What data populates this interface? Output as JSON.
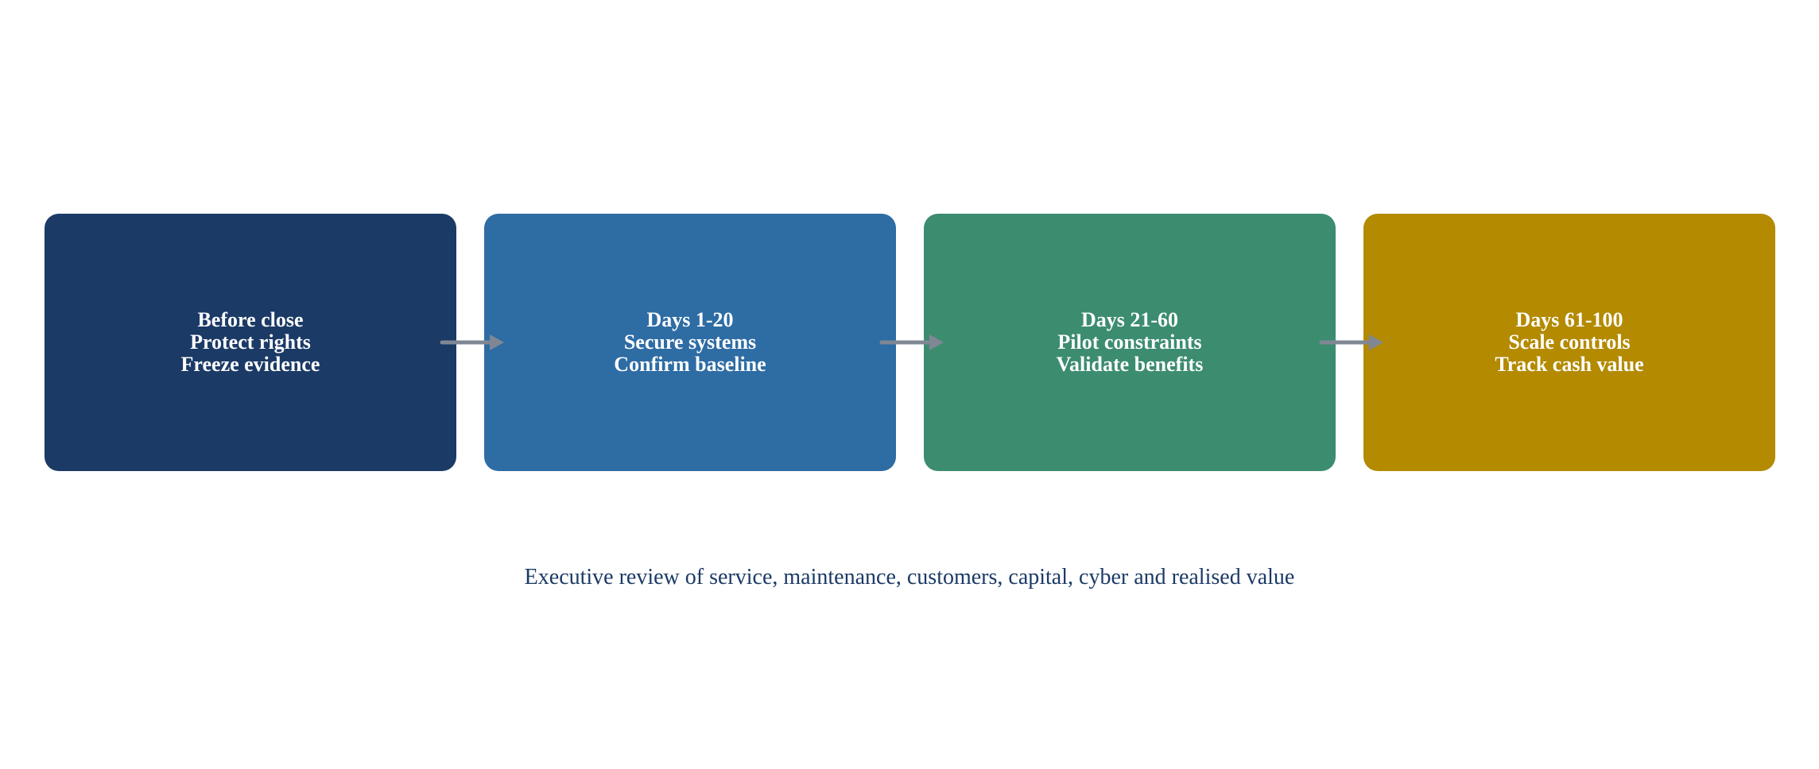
{
  "phases": [
    {
      "line1": "Before close",
      "line2": "Protect rights",
      "line3": "Freeze evidence",
      "color": "#1b3a66"
    },
    {
      "line1": "Days 1-20",
      "line2": "Secure systems",
      "line3": "Confirm baseline",
      "color": "#2e6ca4"
    },
    {
      "line1": "Days 21-60",
      "line2": "Pilot constraints",
      "line3": "Validate benefits",
      "color": "#3c8c70"
    },
    {
      "line1": "Days 61-100",
      "line2": "Scale controls",
      "line3": "Track cash value",
      "color": "#b38a00"
    }
  ],
  "caption": "Executive review of service, maintenance, customers, capital, cyber and realised value",
  "colors": {
    "arrow": "#7f8794",
    "caption_text": "#1b3a66",
    "box_text": "#ffffff"
  }
}
